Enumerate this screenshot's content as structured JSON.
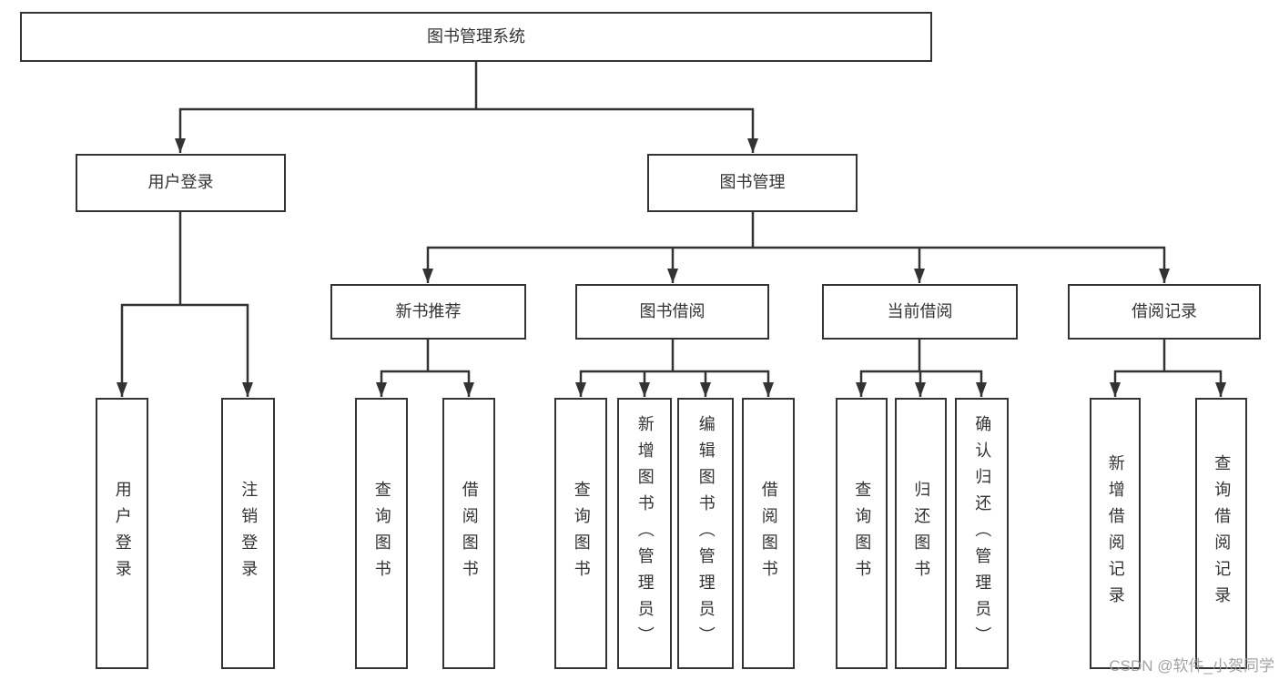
{
  "diagram": {
    "root": {
      "label": "图书管理系统"
    },
    "user_login": {
      "label": "用户登录",
      "children": [
        {
          "label": "用户登录"
        },
        {
          "label": "注销登录"
        }
      ]
    },
    "book_management": {
      "label": "图书管理",
      "sections": [
        {
          "label": "新书推荐",
          "children": [
            {
              "label": "查询图书"
            },
            {
              "label": "借阅图书"
            }
          ]
        },
        {
          "label": "图书借阅",
          "children": [
            {
              "label": "查询图书"
            },
            {
              "label": "新增图书（管理员）"
            },
            {
              "label": "编辑图书（管理员）"
            },
            {
              "label": "借阅图书"
            }
          ]
        },
        {
          "label": "当前借阅",
          "children": [
            {
              "label": "查询图书"
            },
            {
              "label": "归还图书"
            },
            {
              "label": "确认归还（管理员）"
            }
          ]
        },
        {
          "label": "借阅记录",
          "children": [
            {
              "label": "新增借阅记录"
            },
            {
              "label": "查询借阅记录"
            }
          ]
        }
      ]
    },
    "line_color": "#333333",
    "watermark": "CSDN @软件_小贺同学"
  }
}
